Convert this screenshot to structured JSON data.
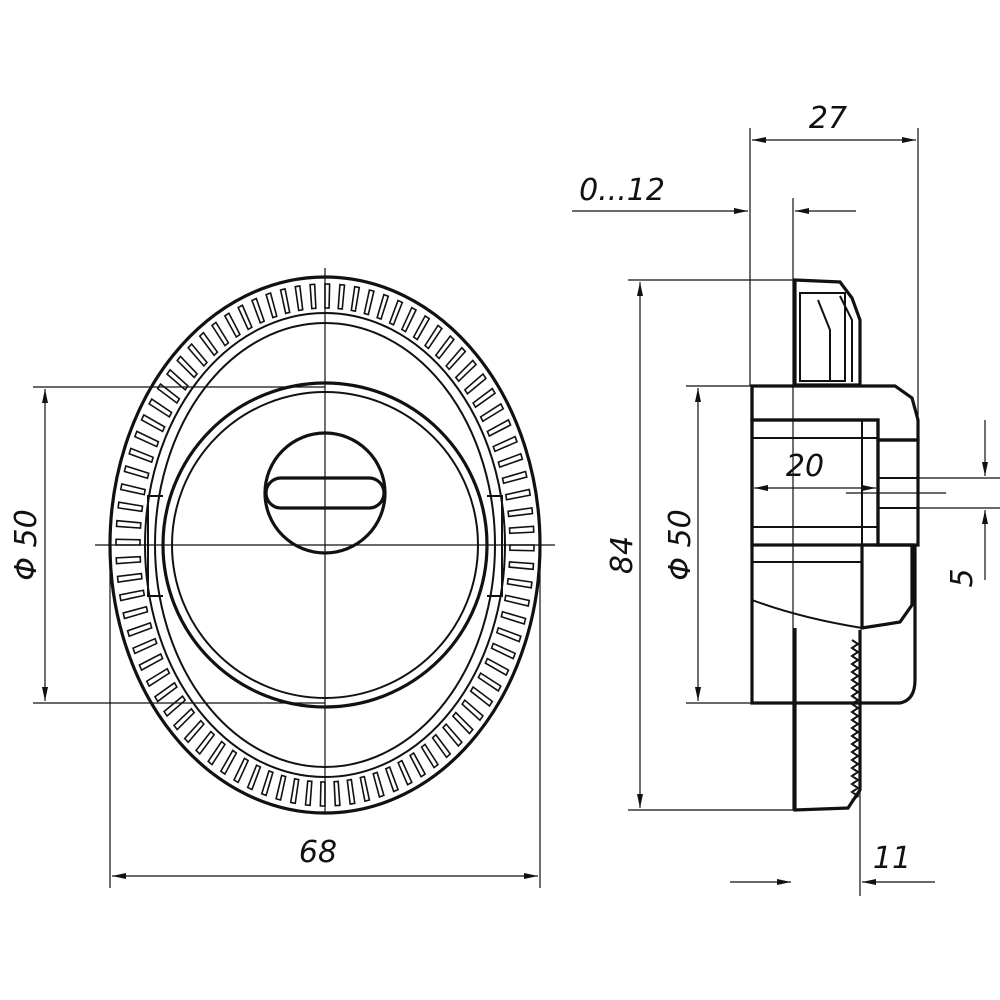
{
  "drawing": {
    "front_view": {
      "dim_width": "68",
      "dim_diameter": "Φ 50"
    },
    "side_view": {
      "dim_total_depth": "27",
      "dim_adjust_range": "0...12",
      "dim_height": "84",
      "dim_diameter": "Φ 50",
      "dim_inner_depth": "20",
      "dim_slot": "5",
      "dim_thickness": "11"
    }
  }
}
